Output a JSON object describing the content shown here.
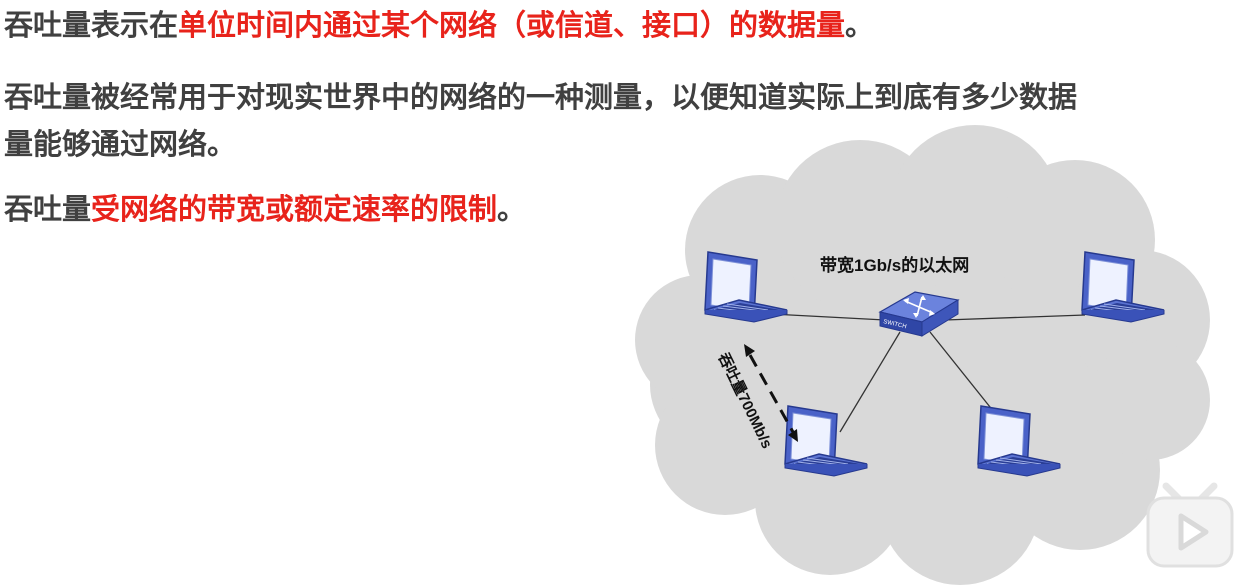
{
  "paragraphs": {
    "p1": {
      "lead": "吞吐量表示在",
      "highlight": "单位时间内通过某个网络（或信道、接口）的数据量",
      "tail": "。"
    },
    "p2": {
      "line1": "吞吐量被经常用于对现实世界中的网络的一种测量，以便知道实际上到底有多少数据",
      "line2": "量能够通过网络。"
    },
    "p3": {
      "lead": "吞吐量",
      "highlight": "受网络的带宽或额定速率的限制",
      "tail": "。"
    }
  },
  "diagram": {
    "bandwidth_label": "带宽1Gb/s的以太网",
    "switch_label": "SWITCH",
    "throughput_label": "吞吐量700Mb/s",
    "colors": {
      "cloud": "#d9d9d9",
      "laptop": "#4a62c8",
      "highlight": "#e8231b",
      "text": "#404040"
    },
    "icons": [
      "laptop-icon",
      "switch-icon",
      "double-arrow-icon"
    ]
  },
  "watermark": {
    "icon": "bilibili-play-icon"
  }
}
